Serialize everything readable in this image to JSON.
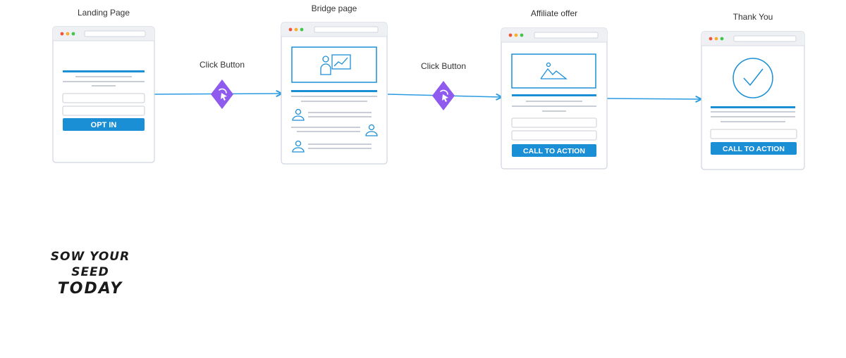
{
  "pages": [
    {
      "title": "Landing Page",
      "button": "OPT IN"
    },
    {
      "title": "Bridge page",
      "button": ""
    },
    {
      "title": "Affiliate offer",
      "button": "CALL TO ACTION"
    },
    {
      "title": "Thank You",
      "button": "CALL TO ACTION"
    }
  ],
  "connectors": [
    {
      "label": "Click Button"
    },
    {
      "label": "Click Button"
    }
  ],
  "logo": {
    "line1": "SOW YOUR SEED",
    "line2": "TODAY"
  },
  "colors": {
    "accent": "#1b8fd6",
    "line": "#2a9be0",
    "diamond": "#8e5bee",
    "frame_border": "#cfd5df",
    "placeholder": "#c9ced6",
    "dot_red": "#f0573a",
    "dot_yellow": "#f5b12c",
    "dot_green": "#41c64b"
  }
}
